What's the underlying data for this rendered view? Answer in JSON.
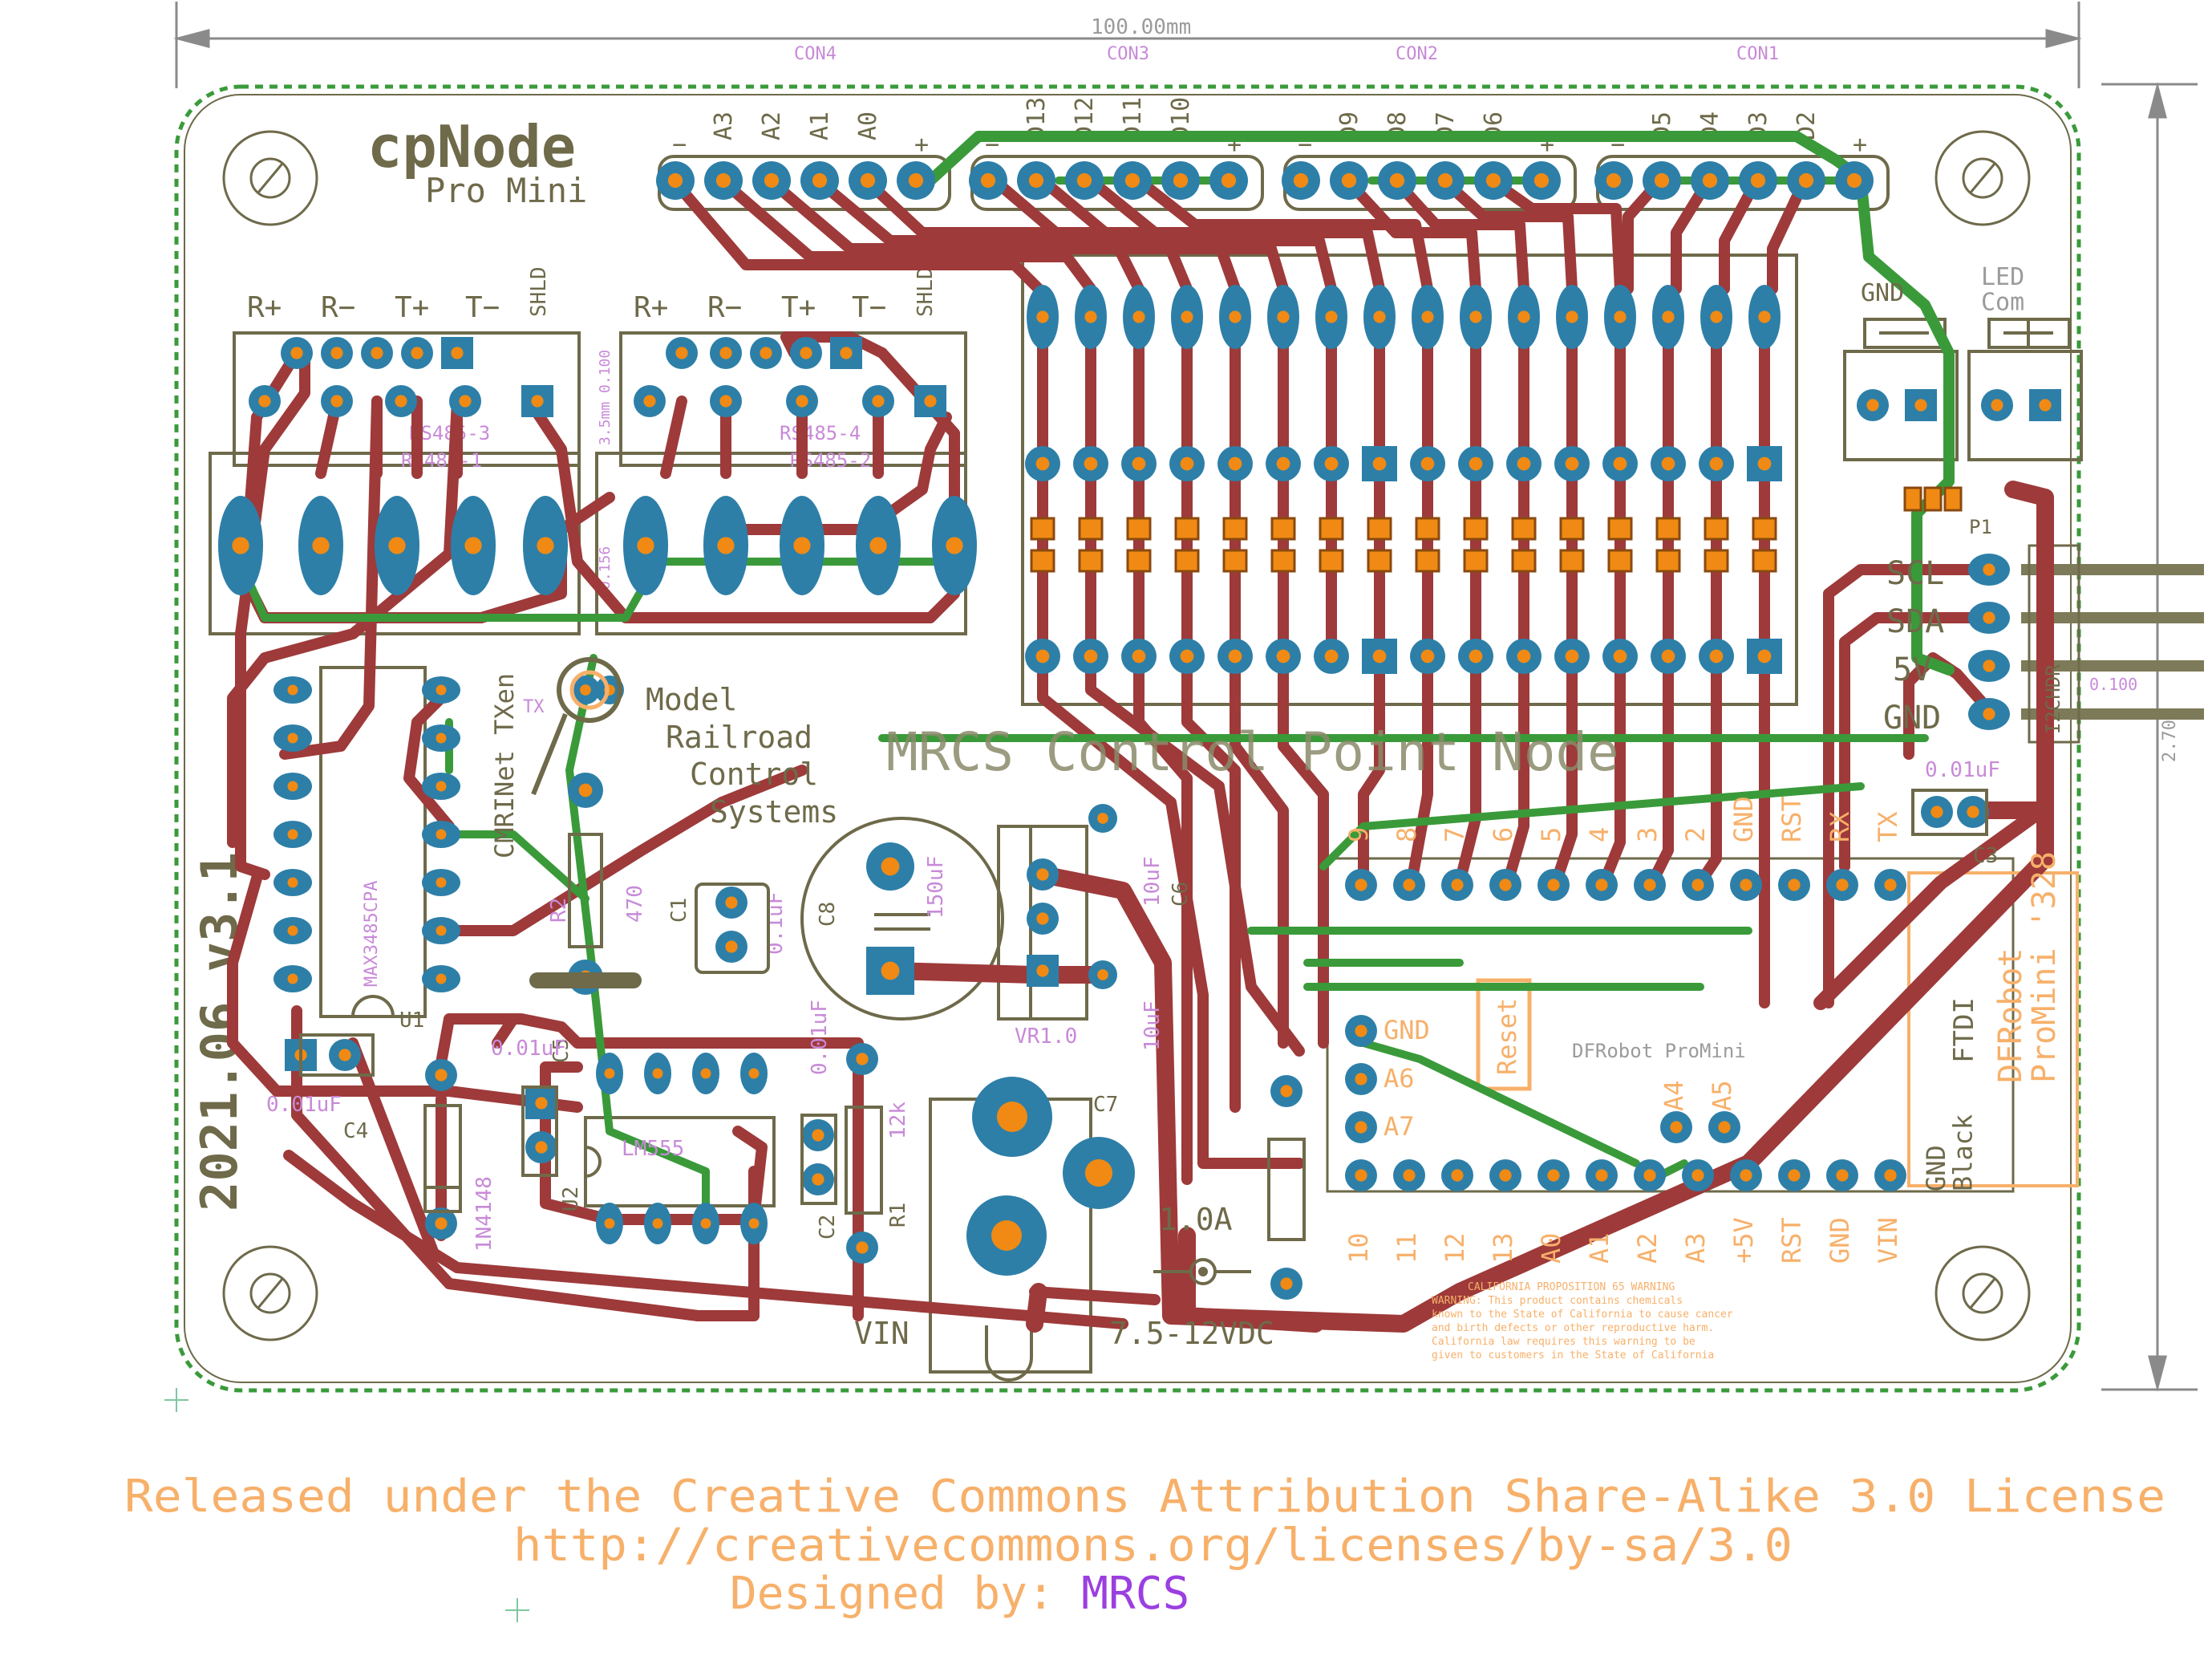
{
  "title": {
    "board_name": "cpNode",
    "board_sub": "Pro Mini",
    "version": "2021.06  v3.1",
    "center_label": "MRCS Control Point Node"
  },
  "dimensions": {
    "width": "100.00mm",
    "height": "2.70"
  },
  "connectors": {
    "con4": "CON4",
    "con3": "CON3",
    "con2": "CON2",
    "con1": "CON1",
    "con4_pins": [
      "−",
      "A3",
      "A2",
      "A1",
      "A0",
      "+"
    ],
    "con3_pins": [
      "−",
      "D13",
      "D12",
      "D11",
      "D10",
      "+"
    ],
    "con2_pins": [
      "−",
      "D9",
      "D8",
      "D7",
      "D6",
      "+"
    ],
    "con1_pins": [
      "−",
      "D5",
      "D4",
      "D3",
      "D2",
      "+"
    ]
  },
  "rs485": {
    "labels_left": [
      "R+",
      "R−",
      "T+",
      "T−",
      "SHLD"
    ],
    "labels_right": [
      "R+",
      "R−",
      "T+",
      "T−",
      "SHLD"
    ],
    "name3": "RS485-3",
    "name1": "RS485-1",
    "name4": "RS485-4",
    "name2": "RS485-2",
    "pitch": "3.5mm 0.100",
    "pitch2": "0.156"
  },
  "logo": {
    "line1": "Model",
    "line2": "Railroad",
    "line3": "Control",
    "line4": "Systems"
  },
  "power": {
    "vin": "VIN",
    "range": "7.5-12VDC",
    "fuse": "1.0A"
  },
  "i2c": {
    "scl": "SCL",
    "sda": "SDA",
    "v5": "5V",
    "gnd": "GND",
    "hdr": "I2CHDR",
    "pitch": "0.100"
  },
  "indicators": {
    "gnd": "GND",
    "led_com": "LED\nCom",
    "p1": "P1"
  },
  "parts": {
    "u1": "U1",
    "max": "MAX3485CPA",
    "cmri": "CMRINet TXen",
    "r2": "R2",
    "r2v": "470",
    "c1": "C1",
    "c1v": "0.1uF",
    "c8": "C8",
    "c8v": "150uF",
    "c6": "C6",
    "c6v": "10uF",
    "c7": "C7",
    "c7v": "10uF",
    "vr": "VR1.0",
    "c4": "C4",
    "c4v": "0.01uF",
    "c5": "C5",
    "c5v": "0.01uF",
    "c2": "C2",
    "c2v": "0.01uF",
    "d1": "1N4148",
    "u2": "U2",
    "u2v": "LM555",
    "r1": "R1",
    "r1v": "12k",
    "c3": "C3",
    "c3v": "0.01uF",
    "tx": "TX"
  },
  "promini": {
    "top_labels": [
      "9",
      "8",
      "7",
      "6",
      "5",
      "4",
      "3",
      "2",
      "GND",
      "RST",
      "RX",
      "TX"
    ],
    "bottom_labels": [
      "10",
      "11",
      "12",
      "13",
      "A0",
      "A1",
      "A2",
      "A3",
      "+5V",
      "RST",
      "GND",
      "VIN"
    ],
    "side_labels": [
      "GND",
      "A6",
      "A7"
    ],
    "extra": [
      "A4",
      "A5"
    ],
    "name": "DFRobot ProMini",
    "reset": "Reset",
    "ftdi": "FTDI",
    "gnd_black": "GND\nBlack",
    "brand": "DFRobot\nProMini '328"
  },
  "prop65": [
    "CALIFORNIA PROPOSITION 65  WARNING",
    "WARNING: This product contains chemicals",
    "known to the State of California to cause cancer",
    "and birth defects or other reproductive harm.",
    "California law requires this warning to be",
    "given to customers in the State of California"
  ],
  "footer": {
    "license": "Released under the Creative Commons Attribution Share-Alike 3.0 License",
    "url": "http://creativecommons.org/licenses/by-sa/3.0",
    "designed_prefix": "Designed by: ",
    "designer": "MRCS"
  },
  "colors": {
    "silkscreen": "#6e6a4a",
    "top_copper": "#3a9a3a",
    "bottom_copper": "#9e3a3a",
    "pad": "#2d7fa8",
    "drill": "#f08a14",
    "docs": "#f7b06a",
    "names": "#c88ad8"
  }
}
